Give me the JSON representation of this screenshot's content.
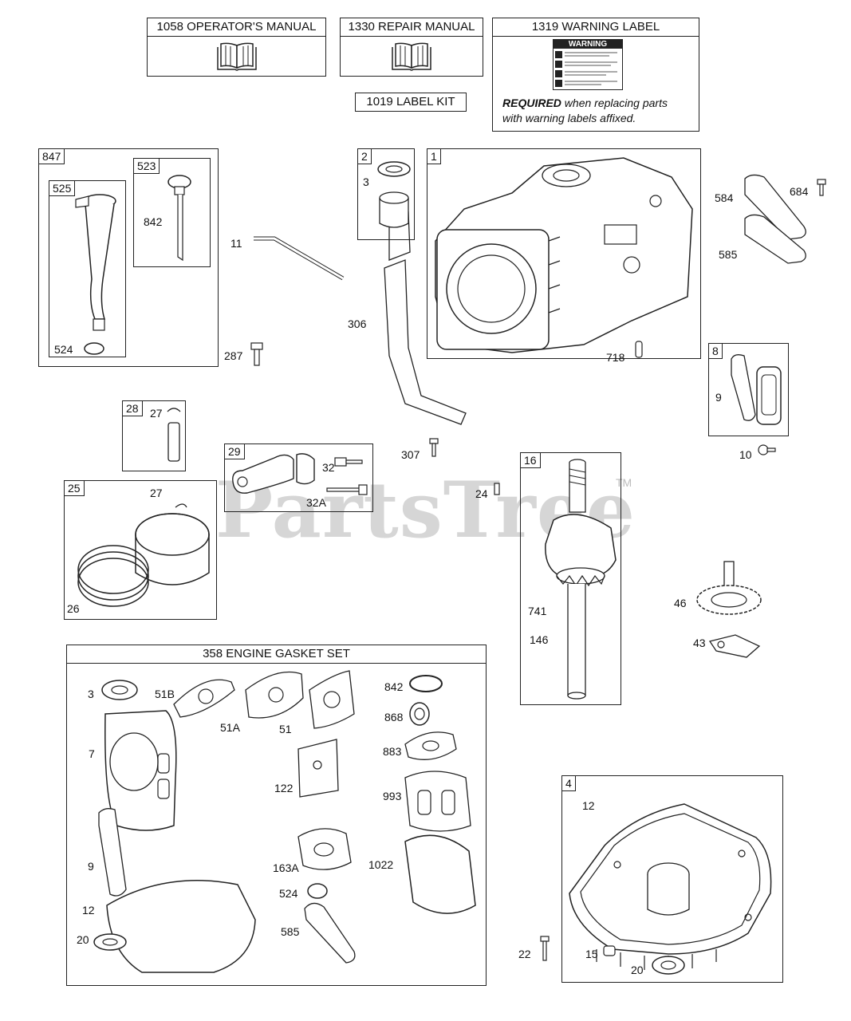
{
  "top_boxes": {
    "operators_manual": "1058 OPERATOR'S MANUAL",
    "repair_manual": "1330 REPAIR MANUAL",
    "warning_label": "1319 WARNING LABEL",
    "label_kit": "1019 LABEL KIT",
    "warning_word": "WARNING",
    "required_bold": "REQUIRED",
    "required_text_1": " when replacing parts",
    "required_text_2": "with warning labels affixed."
  },
  "watermark": {
    "text": "PartsTree",
    "tm": "TM"
  },
  "kit_847": {
    "tag": "847",
    "sub_525": "525",
    "sub_523": "523",
    "p842": "842",
    "p524": "524"
  },
  "loose_top": {
    "p11": "11",
    "p287": "287",
    "p306": "306",
    "p307": "307"
  },
  "kit_2": {
    "tag": "2",
    "p3": "3"
  },
  "block_1": {
    "tag": "1",
    "p718": "718"
  },
  "right_top": {
    "p584": "584",
    "p684": "684",
    "p585": "585"
  },
  "kit_8": {
    "tag": "8",
    "p9": "9",
    "p10": "10"
  },
  "kit_28": {
    "tag": "28",
    "p27": "27"
  },
  "kit_29": {
    "tag": "29",
    "p32": "32",
    "p32a": "32A"
  },
  "kit_25": {
    "tag": "25",
    "p27": "27",
    "p26": "26"
  },
  "misc": {
    "p24": "24",
    "p46": "46",
    "p43": "43"
  },
  "kit_16": {
    "tag": "16",
    "p741": "741",
    "p146": "146"
  },
  "gasket_set": {
    "title": "358 ENGINE GASKET SET",
    "p3": "3",
    "p51b": "51B",
    "p51a": "51A",
    "p51": "51",
    "p842": "842",
    "p868": "868",
    "p883": "883",
    "p7": "7",
    "p122": "122",
    "p993": "993",
    "p9": "9",
    "p163a": "163A",
    "p1022": "1022",
    "p524": "524",
    "p12": "12",
    "p20": "20",
    "p585": "585"
  },
  "sump_4": {
    "tag": "4",
    "p12": "12",
    "p22": "22",
    "p15": "15",
    "p20": "20"
  }
}
